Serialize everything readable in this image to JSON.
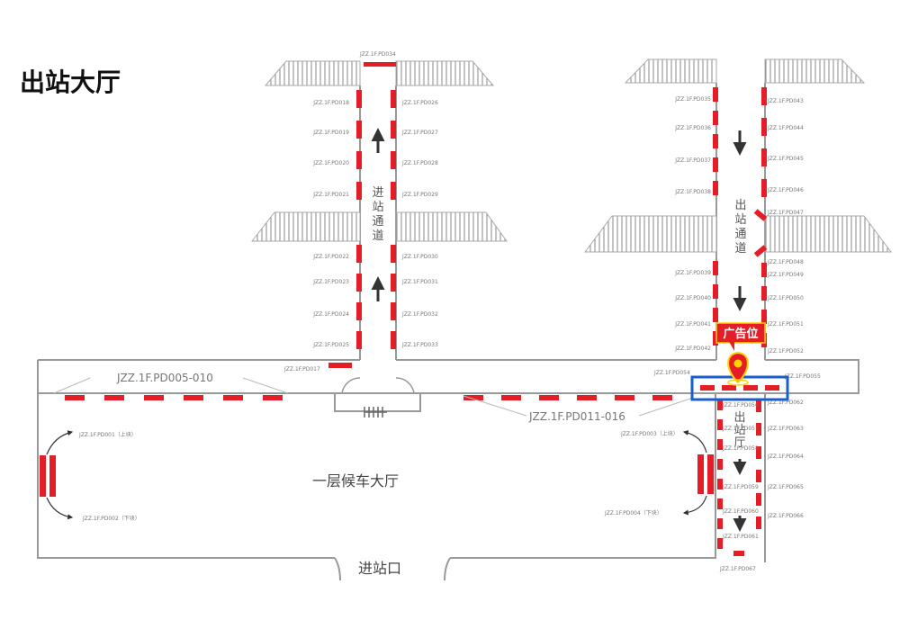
{
  "page_title": "出站大厅",
  "hall_label": "一层候车大厅",
  "entrance_label": "进站口",
  "entry_passage_label": "进站通道",
  "exit_passage_label": "出站通道",
  "exit_hall_label": "出站厅",
  "ad_badge": "广告位",
  "group_labels": {
    "left": "JZZ.1F.PD005-010",
    "right": "JZZ.1F.PD011-016"
  },
  "top_label": "JZZ.1F.PD034",
  "left_col_a": [
    "JZZ.1F.PD018",
    "JZZ.1F.PD019",
    "JZZ.1F.PD020",
    "JZZ.1F.PD021",
    "JZZ.1F.PD022",
    "JZZ.1F.PD023",
    "JZZ.1F.PD024",
    "JZZ.1F.PD025"
  ],
  "left_col_b": [
    "JZZ.1F.PD026",
    "JZZ.1F.PD027",
    "JZZ.1F.PD028",
    "JZZ.1F.PD029",
    "JZZ.1F.PD030",
    "JZZ.1F.PD031",
    "JZZ.1F.PD032",
    "JZZ.1F.PD033"
  ],
  "right_col_a": [
    "JZZ.1F.PD035",
    "JZZ.1F.PD036",
    "JZZ.1F.PD037",
    "JZZ.1F.PD038",
    "JZZ.1F.PD039",
    "JZZ.1F.PD040",
    "JZZ.1F.PD041",
    "JZZ.1F.PD042"
  ],
  "right_col_b": [
    "JZZ.1F.PD043",
    "JZZ.1F.PD044",
    "JZZ.1F.PD045",
    "JZZ.1F.PD046",
    "JZZ.1F.PD047",
    "JZZ.1F.PD048",
    "JZZ.1F.PD049",
    "JZZ.1F.PD050",
    "JZZ.1F.PD051",
    "JZZ.1F.PD052"
  ],
  "corridor_labels": {
    "pd017": "JZZ.1F.PD017",
    "pd054": "JZZ.1F.PD054",
    "pd055": "JZZ.1F.PD055"
  },
  "exit_hall_left": [
    "JZZ.1F.PD056",
    "JZZ.1F.PD057",
    "JZZ.1F.PD058",
    "JZZ.1F.PD059",
    "JZZ.1F.PD060",
    "JZZ.1F.PD061"
  ],
  "exit_hall_right": [
    "JZZ.1F.PD062",
    "JZZ.1F.PD063",
    "JZZ.1F.PD064",
    "JZZ.1F.PD065",
    "JZZ.1F.PD066"
  ],
  "bottom_label": "JZZ.1F.PD067",
  "hall_side_labels": {
    "pd001": "JZZ.1F.PD001（上块）",
    "pd002": "JZZ.1F.PD002（下块）",
    "pd003": "JZZ.1F.PD003（上块）",
    "pd004": "JZZ.1F.PD004（下块）"
  },
  "colors": {
    "ad_red": "#e41e26",
    "highlight_blue": "#1a5fc8",
    "badge_yellow": "#ffd200",
    "wall": "#999999"
  }
}
